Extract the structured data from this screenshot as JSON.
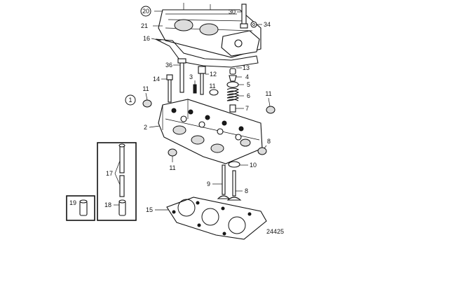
{
  "diagram": {
    "figure_number": "24425",
    "callouts": {
      "c1": "1",
      "c2": "2",
      "c3": "3",
      "c4": "4",
      "c5": "5",
      "c6": "6",
      "c7": "7",
      "c8a": "8",
      "c8b": "8",
      "c9": "9",
      "c10": "10",
      "c11a": "11",
      "c11b": "11",
      "c11c": "11",
      "c11d": "11",
      "c12": "12",
      "c13": "13",
      "c14": "14",
      "c15": "15",
      "c16": "16",
      "c17": "17",
      "c18": "18",
      "c19": "19",
      "c20": "20",
      "c21": "21",
      "c30": "30",
      "c34": "34",
      "c36": "36"
    }
  }
}
